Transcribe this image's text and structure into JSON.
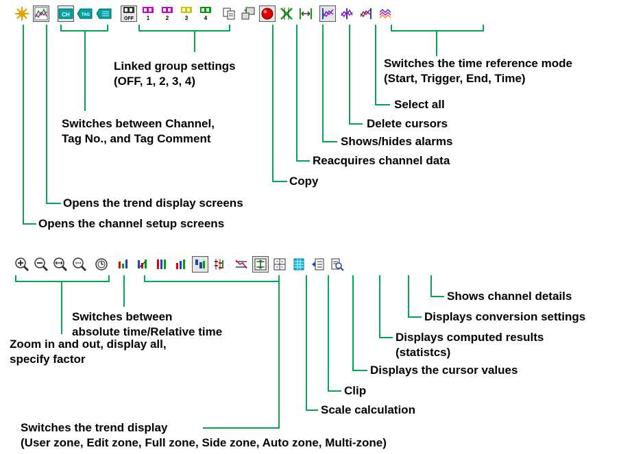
{
  "toolbar_top": {
    "ch_icon_text": "CH",
    "tag_icon_text": "TAG",
    "grp_off_text": "OFF",
    "grp_1_text": "1",
    "grp_2_text": "2",
    "grp_3_text": "3",
    "grp_4_text": "4"
  },
  "labels_top": {
    "time_ref_line1": "Switches the time reference mode",
    "time_ref_line2": "(Start, Trigger, End, Time)",
    "linked_line1": "Linked group settings",
    "linked_line2": "(OFF, 1, 2, 3, 4)",
    "select_all": "Select all",
    "delete_cursors": "Delete cursors",
    "switch_channel_line1": "Switches between Channel,",
    "switch_channel_line2": "Tag No., and Tag Comment",
    "shows_alarms": "Shows/hides alarms",
    "reacquire": "Reacquires channel data",
    "copy": "Copy",
    "opens_trend": "Opens the trend display screens",
    "opens_channel": "Opens the channel setup screens"
  },
  "labels_bottom": {
    "channel_details": "Shows channel details",
    "conversion": "Displays conversion settings",
    "switch_time_line1": "Switches between",
    "switch_time_line2": "absolute time/Relative time",
    "computed_line1": "Displays computed results",
    "computed_line2": "(statistcs)",
    "zoom_line1": "Zoom in and out, display all,",
    "zoom_line2": "specify factor",
    "cursor_values": "Displays the cursor values",
    "clip": "Clip",
    "scale_calc": "Scale calculation",
    "trend_line1": "Switches the trend display",
    "trend_line2": "(User zone, Edit zone, Full zone, Side zone, Auto zone, Multi-zone)"
  },
  "colors": {
    "leader": "#00a651",
    "group_purple": "#cc00cc",
    "group_yellow": "#c8c800",
    "group_green": "#00a000",
    "alarm_red": "#e00000"
  }
}
